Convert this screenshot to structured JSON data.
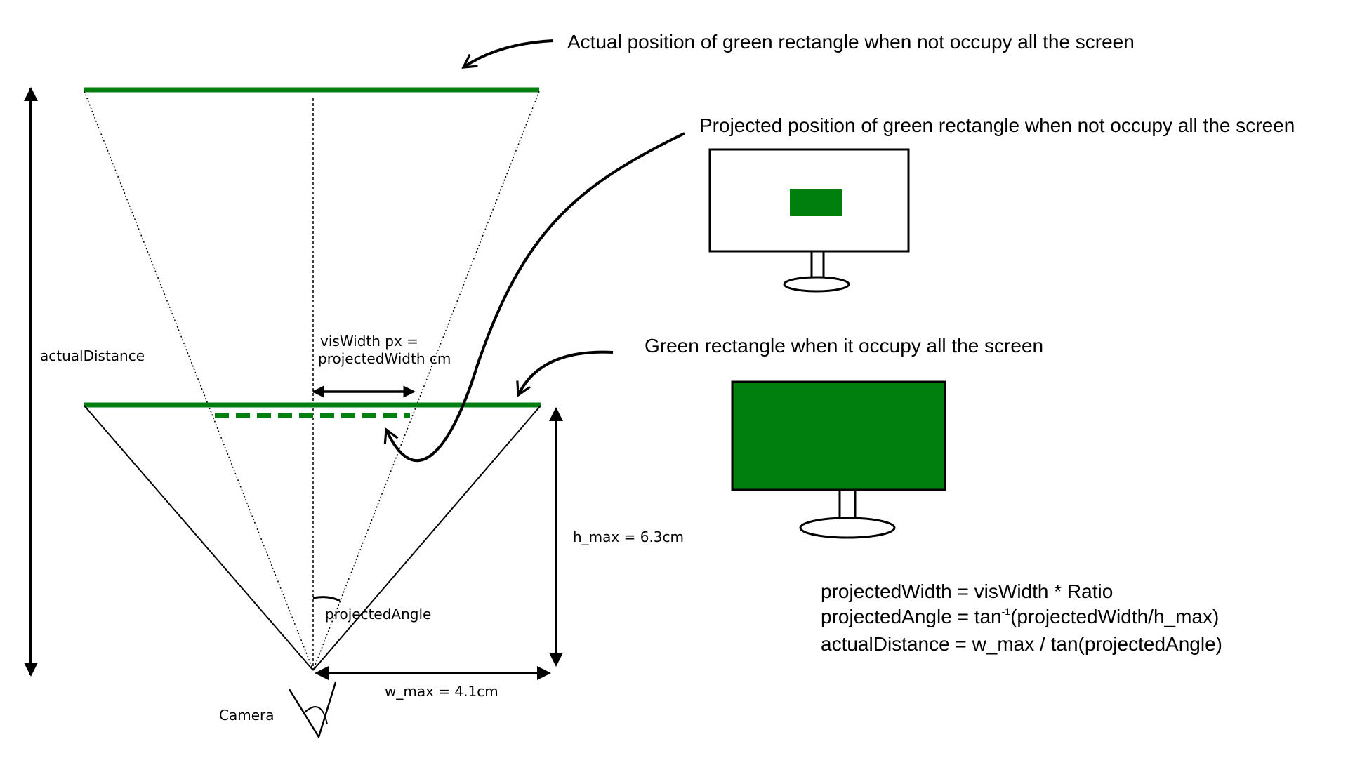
{
  "colors": {
    "green": "#007f0e",
    "stroke": "#000000",
    "background": "#ffffff"
  },
  "labels": {
    "actual_position": "Actual position of green rectangle when not occupy all the screen",
    "projected_position": "Projected position of green rectangle when not occupy all the screen",
    "full_screen": "Green rectangle when it occupy all the screen",
    "actual_distance": "actualDistance",
    "vis_width_line1": "visWidth px =",
    "vis_width_line2": "projectedWidth  cm",
    "h_max": "h_max = 6.3cm",
    "w_max": "w_max = 4.1cm",
    "projected_angle": "projectedAngle",
    "camera": "Camera"
  },
  "formulas": {
    "line1": "projectedWidth = visWidth * Ratio",
    "line2_pre": "projectedAngle = tan",
    "line2_sup": "-1",
    "line2_post": "(projectedWidth/h_max)",
    "line3": "actualDistance = w_max / tan(projectedAngle)"
  },
  "icons": {
    "monitor_small": "monitor-small-rect-icon",
    "monitor_full": "monitor-full-green-icon",
    "camera": "camera-eye-icon"
  }
}
